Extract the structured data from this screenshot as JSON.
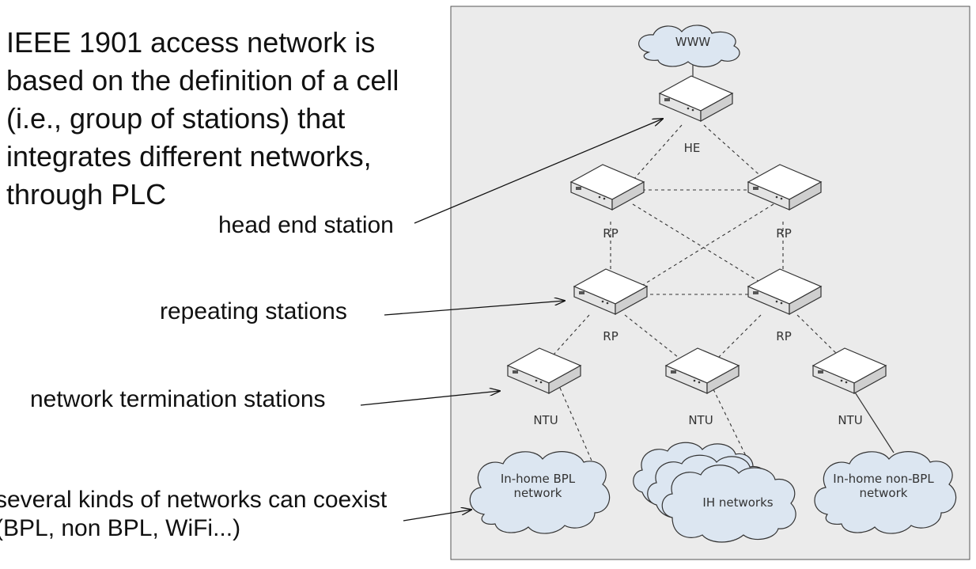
{
  "intro_text": "IEEE 1901 access network is\nbased on the definition of a cell\n(i.e., group of stations) that\nintegrates different networks,\nthrough PLC",
  "callouts": {
    "head_end": "head end station",
    "repeating": "repeating stations",
    "termination": "network termination stations",
    "kinds": "several kinds of networks can coexist\n(BPL, non BPL, WiFi...)"
  },
  "diagram": {
    "cloud_www": "WWW",
    "he_label": "HE",
    "rp_labels": [
      "RP",
      "RP",
      "RP",
      "RP"
    ],
    "ntu_labels": [
      "NTU",
      "NTU",
      "NTU"
    ],
    "cloud_bpl": "In-home BPL\nnetwork",
    "cloud_ih": "IH networks",
    "cloud_nonbpl": "In-home non-BPL\nnetwork"
  },
  "colors": {
    "panel_bg": "#ebebeb",
    "cloud_fill": "#dce6f1",
    "device_top": "#ffffff",
    "device_side": "#d4d4d4",
    "line": "#333333"
  }
}
